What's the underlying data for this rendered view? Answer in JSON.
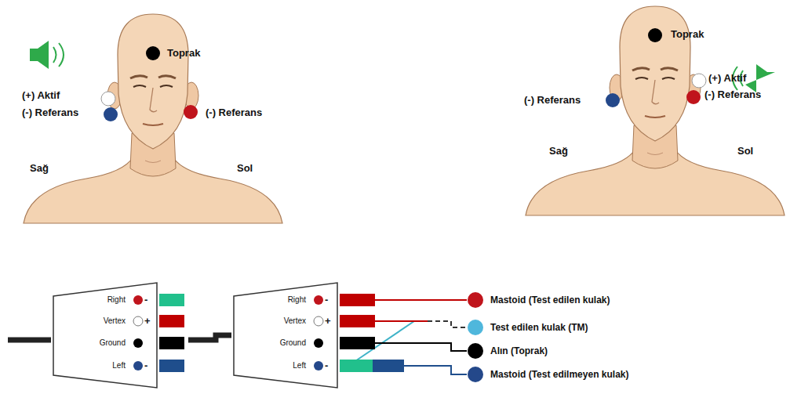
{
  "diagram": {
    "nodes": [
      {
        "text": [
          "Right",
          "-",
          "Vertex",
          "+",
          "Ground",
          "Left",
          "-"
        ]
      },
      {
        "text": [
          "Right",
          "-",
          "Vertex",
          "+",
          "Ground",
          "Left",
          "-"
        ]
      },
      {
        "text": [
          "Mastoid (Test edilen kulak)"
        ]
      },
      {
        "text": [
          "Test edilen kulak (TM)"
        ]
      },
      {
        "text": [
          "Alın (Toprak)"
        ]
      },
      {
        "text": [
          "Mastoid (Test edilmeyen kulak)"
        ]
      }
    ],
    "edges": [
      {
        "from": 0,
        "to": 1,
        "arrow": "none"
      },
      {
        "from": 1,
        "to": 2,
        "arrow": "none"
      },
      {
        "from": 1,
        "to": 3,
        "arrow": "none"
      },
      {
        "from": 1,
        "to": 4,
        "arrow": "none"
      },
      {
        "from": 1,
        "to": 5,
        "arrow": "none"
      }
    ],
    "labels": [
      "Toprak",
      "(+) Aktif",
      "(-) Referans",
      "(-) Referans",
      "Sağ",
      "Sol",
      "Toprak",
      "(-) Referans",
      "(+) Aktif",
      "(-) Referans",
      "Sağ",
      "Sol"
    ]
  }
}
